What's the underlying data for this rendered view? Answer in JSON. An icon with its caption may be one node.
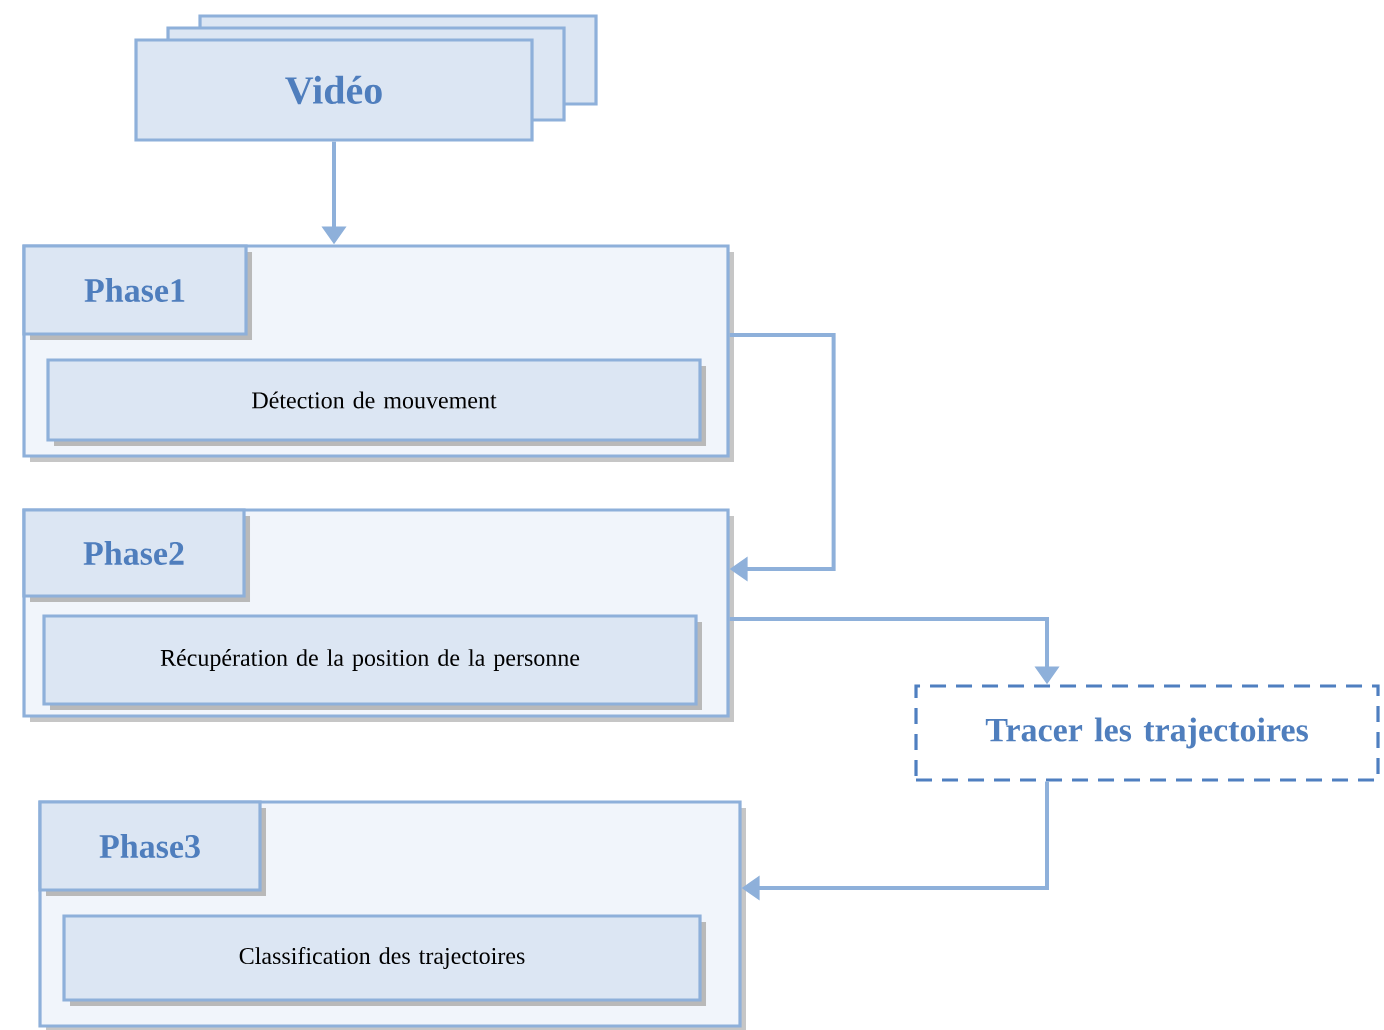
{
  "diagram": {
    "nodes": [
      {
        "text": [
          "Vidéo"
        ]
      },
      {
        "text": [],
        "shape": "box"
      },
      {
        "text": [
          "Phase1"
        ],
        "in": 1
      },
      {
        "text": [
          "Détection de mouvement"
        ],
        "in": 1
      },
      {
        "text": [],
        "shape": "box"
      },
      {
        "text": [
          "Phase2"
        ],
        "in": 4
      },
      {
        "text": [
          "Récupération de la position de la personne"
        ],
        "in": 4
      },
      {
        "text": [
          "Tracer les trajectoires"
        ]
      },
      {
        "text": [],
        "shape": "box"
      },
      {
        "text": [
          "Phase3"
        ],
        "in": 8
      },
      {
        "text": [
          "Classification des trajectoires"
        ],
        "in": 8
      }
    ],
    "edges": [
      {
        "from": 0,
        "to": 1,
        "arrow": "to"
      },
      {
        "from": 1,
        "to": 4,
        "arrow": "to"
      },
      {
        "from": 4,
        "to": 7,
        "arrow": "to"
      },
      {
        "from": 7,
        "to": 8,
        "arrow": "to"
      }
    ]
  }
}
